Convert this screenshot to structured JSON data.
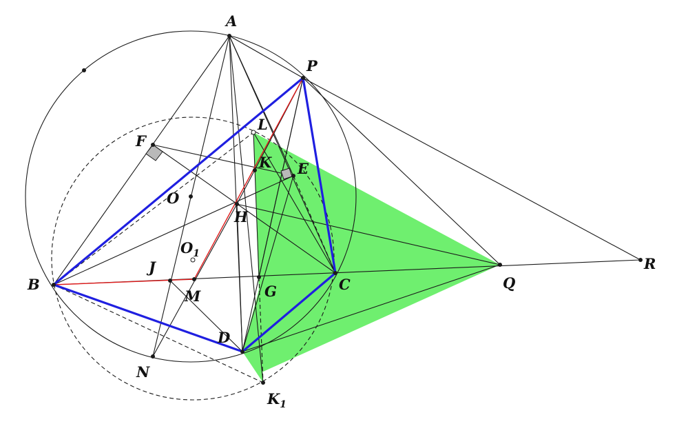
{
  "points": [
    {
      "id": "A",
      "label": "A"
    },
    {
      "id": "P",
      "label": "P"
    },
    {
      "id": "L",
      "label": "L"
    },
    {
      "id": "F",
      "label": "F"
    },
    {
      "id": "K",
      "label": "K"
    },
    {
      "id": "E",
      "label": "E"
    },
    {
      "id": "O",
      "label": "O"
    },
    {
      "id": "H",
      "label": "H"
    },
    {
      "id": "O1",
      "label": "O",
      "sub": "1"
    },
    {
      "id": "J",
      "label": "J"
    },
    {
      "id": "B",
      "label": "B"
    },
    {
      "id": "M",
      "label": "M"
    },
    {
      "id": "G",
      "label": "G"
    },
    {
      "id": "C",
      "label": "C"
    },
    {
      "id": "Q",
      "label": "Q"
    },
    {
      "id": "R",
      "label": "R"
    },
    {
      "id": "D",
      "label": "D"
    },
    {
      "id": "N",
      "label": "N"
    },
    {
      "id": "K1",
      "label": "K",
      "sub": "1"
    }
  ],
  "colors": {
    "line": "#1a1a1a",
    "blue": "#1f1fe0",
    "red": "#e01a1a",
    "green_fill": "#6fef6f",
    "right_angle_fill": "#b9b9b9"
  }
}
